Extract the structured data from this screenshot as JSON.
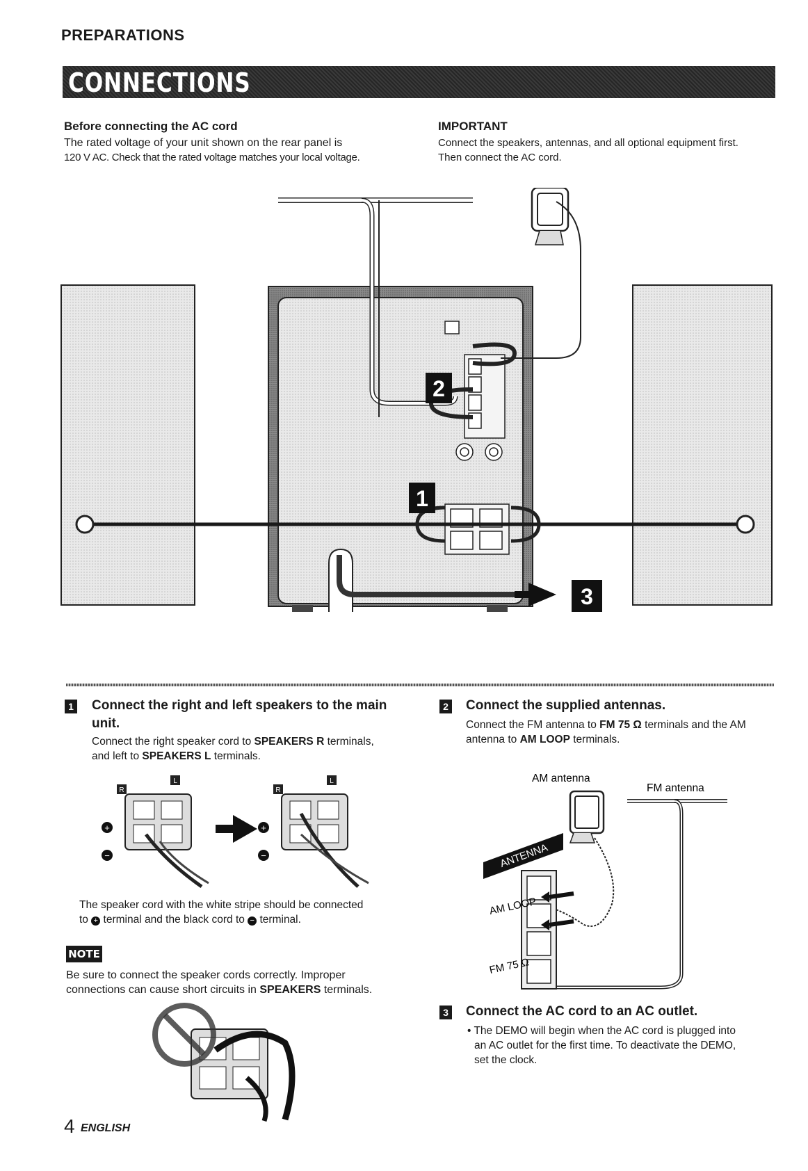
{
  "header": {
    "section": "PREPARATIONS",
    "title": "CONNECTIONS"
  },
  "intro": {
    "ac_heading": "Before connecting the AC cord",
    "ac_text_line1": "The rated voltage of your unit shown on the rear panel is",
    "ac_text_line2": "120 V AC. Check that the rated voltage matches your local voltage.",
    "important_heading": "IMPORTANT",
    "important_line1": "Connect the speakers, antennas, and all optional equipment first.",
    "important_line2": "Then connect the AC cord."
  },
  "diagram": {
    "step1": "1",
    "step2": "2",
    "step3": "3"
  },
  "step1": {
    "number": "1",
    "title_line1": "Connect the right and left speakers to the main",
    "title_line2": "unit.",
    "text_pre1": "Connect the right speaker cord to ",
    "text_bold1": "SPEAKERS R",
    "text_mid": " terminals,",
    "text_pre2": "and left to ",
    "text_bold2": "SPEAKERS L",
    "text_post": " terminals.",
    "label_r": "R",
    "label_l": "L",
    "stripe_line1": "The speaker cord with the white stripe should be connected",
    "stripe_line2_a": "to ",
    "stripe_line2_b": " terminal and the black cord to ",
    "stripe_line2_c": " terminal."
  },
  "note": {
    "badge": "NOTE",
    "line1": "Be sure to connect the speaker cords correctly.  Improper",
    "line2_pre": "connections can cause short circuits in ",
    "line2_bold": "SPEAKERS",
    "line2_post": " terminals."
  },
  "step2": {
    "number": "2",
    "title": "Connect the supplied antennas.",
    "line1_pre": "Connect the FM antenna to ",
    "line1_bold": "FM 75 Ω",
    "line1_post": " terminals and the AM",
    "line2_pre": "antenna to ",
    "line2_bold": "AM LOOP",
    "line2_post": " terminals.",
    "am_label": "AM antenna",
    "fm_label": "FM antenna",
    "antenna_tag": "ANTENNA",
    "am_loop": "AM LOOP",
    "fm_75": "FM 75 Ω"
  },
  "step3": {
    "number": "3",
    "title": "Connect the AC cord to an AC outlet.",
    "bullet_line1": "• The DEMO will begin when the AC cord is plugged into",
    "bullet_line2": "an AC outlet for the first time. To deactivate the DEMO,",
    "bullet_line3": "set the clock."
  },
  "footer": {
    "page_number": "4",
    "language": "ENGLISH"
  }
}
